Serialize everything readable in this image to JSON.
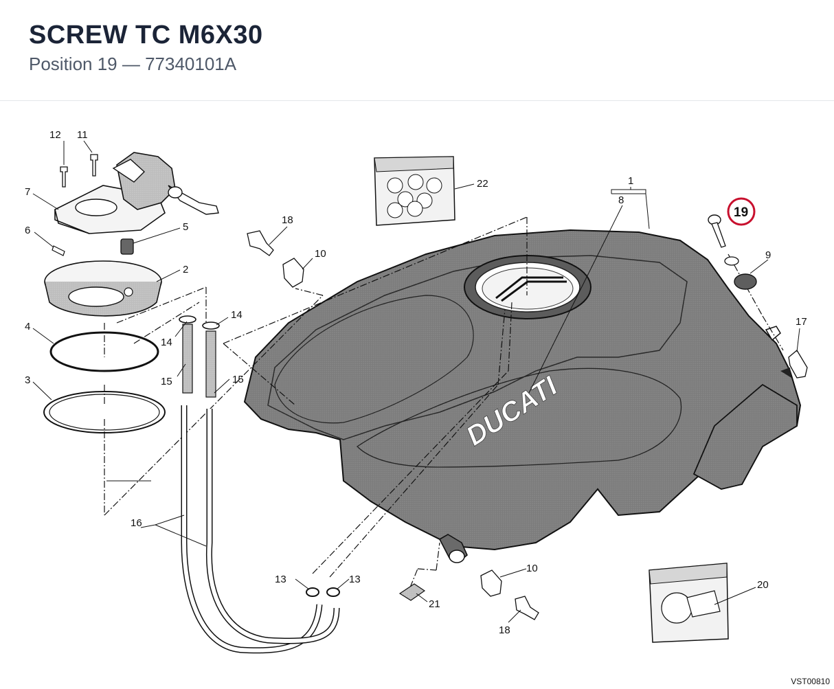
{
  "header": {
    "title": "SCREW TC M6X30",
    "subtitle": "Position 19 — 77340101A"
  },
  "diagram": {
    "highlight_color": "#c8102e",
    "highlighted_callout": "19",
    "brand_text": "DUCATI",
    "callouts": {
      "c1": "1",
      "c2": "2",
      "c3": "3",
      "c4": "4",
      "c5": "5",
      "c6": "6",
      "c7": "7",
      "c8": "8",
      "c9": "9",
      "c10a": "10",
      "c10b": "10",
      "c11": "11",
      "c12": "12",
      "c13a": "13",
      "c13b": "13",
      "c14a": "14",
      "c14b": "14",
      "c15a": "15",
      "c15b": "15",
      "c16": "16",
      "c17": "17",
      "c18a": "18",
      "c18b": "18",
      "c19": "19",
      "c20": "20",
      "c21": "21",
      "c22": "22"
    },
    "drawing_code": "VST00810"
  }
}
